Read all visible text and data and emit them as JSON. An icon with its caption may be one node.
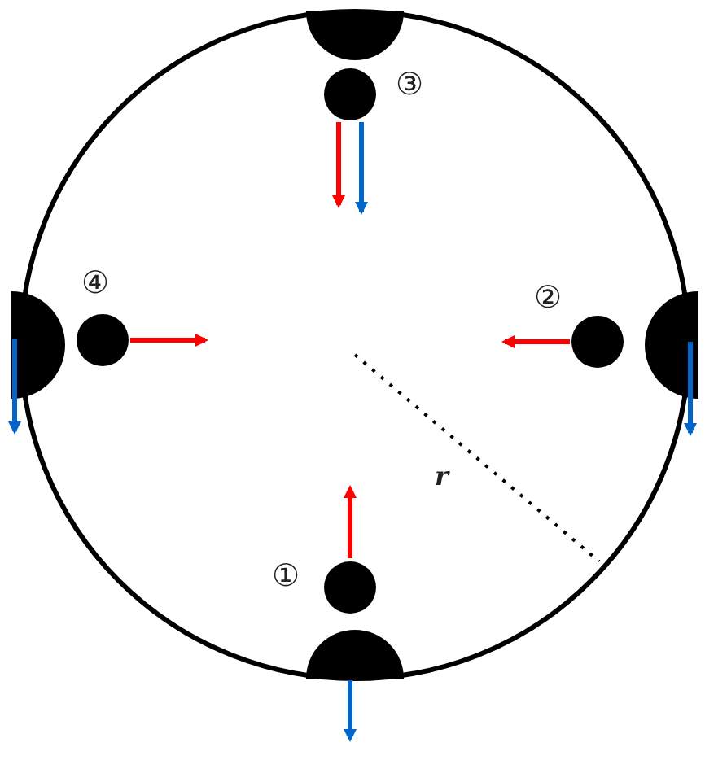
{
  "diagram": {
    "labels": [
      "③",
      "②",
      "④",
      "①",
      "r"
    ]
  }
}
